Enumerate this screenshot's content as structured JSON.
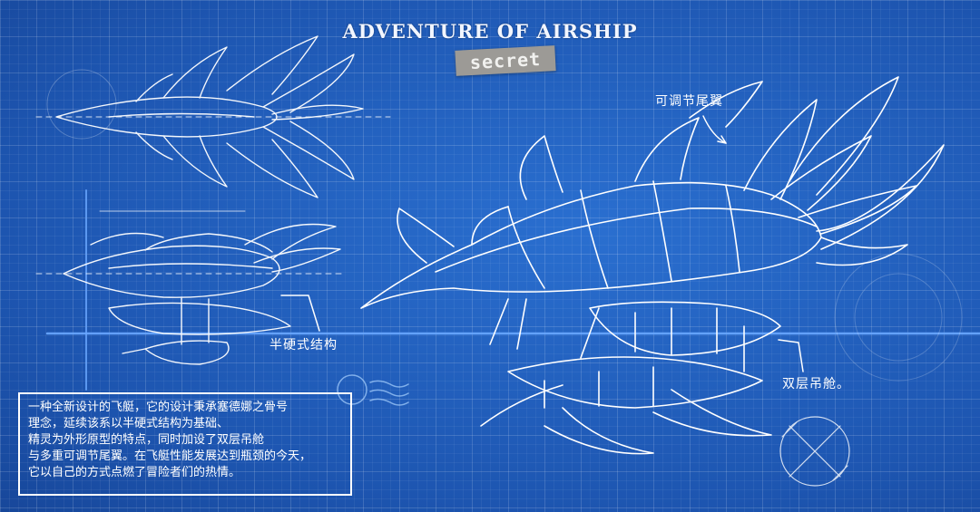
{
  "title": "ADVENTURE OF AIRSHIP",
  "stamp": "secret",
  "labels": {
    "tail_wings": "可调节尾翼",
    "semi_rigid": "半硬式结构",
    "double_gondola": "双层吊舱。"
  },
  "description": [
    "一种全新设计的飞艇，它的设计秉承塞德娜之骨号",
    "理念，延续该系以半硬式结构为基础、",
    "精灵为外形原型的特点，同时加设了双层吊舱",
    "与多重可调节尾翼。在飞艇性能发展达到瓶颈的今天，",
    "它以自己的方式点燃了冒险者们的热情。"
  ],
  "colors": {
    "background": "#2361c2",
    "line": "#ffffff",
    "stamp": "#9c9a96"
  }
}
